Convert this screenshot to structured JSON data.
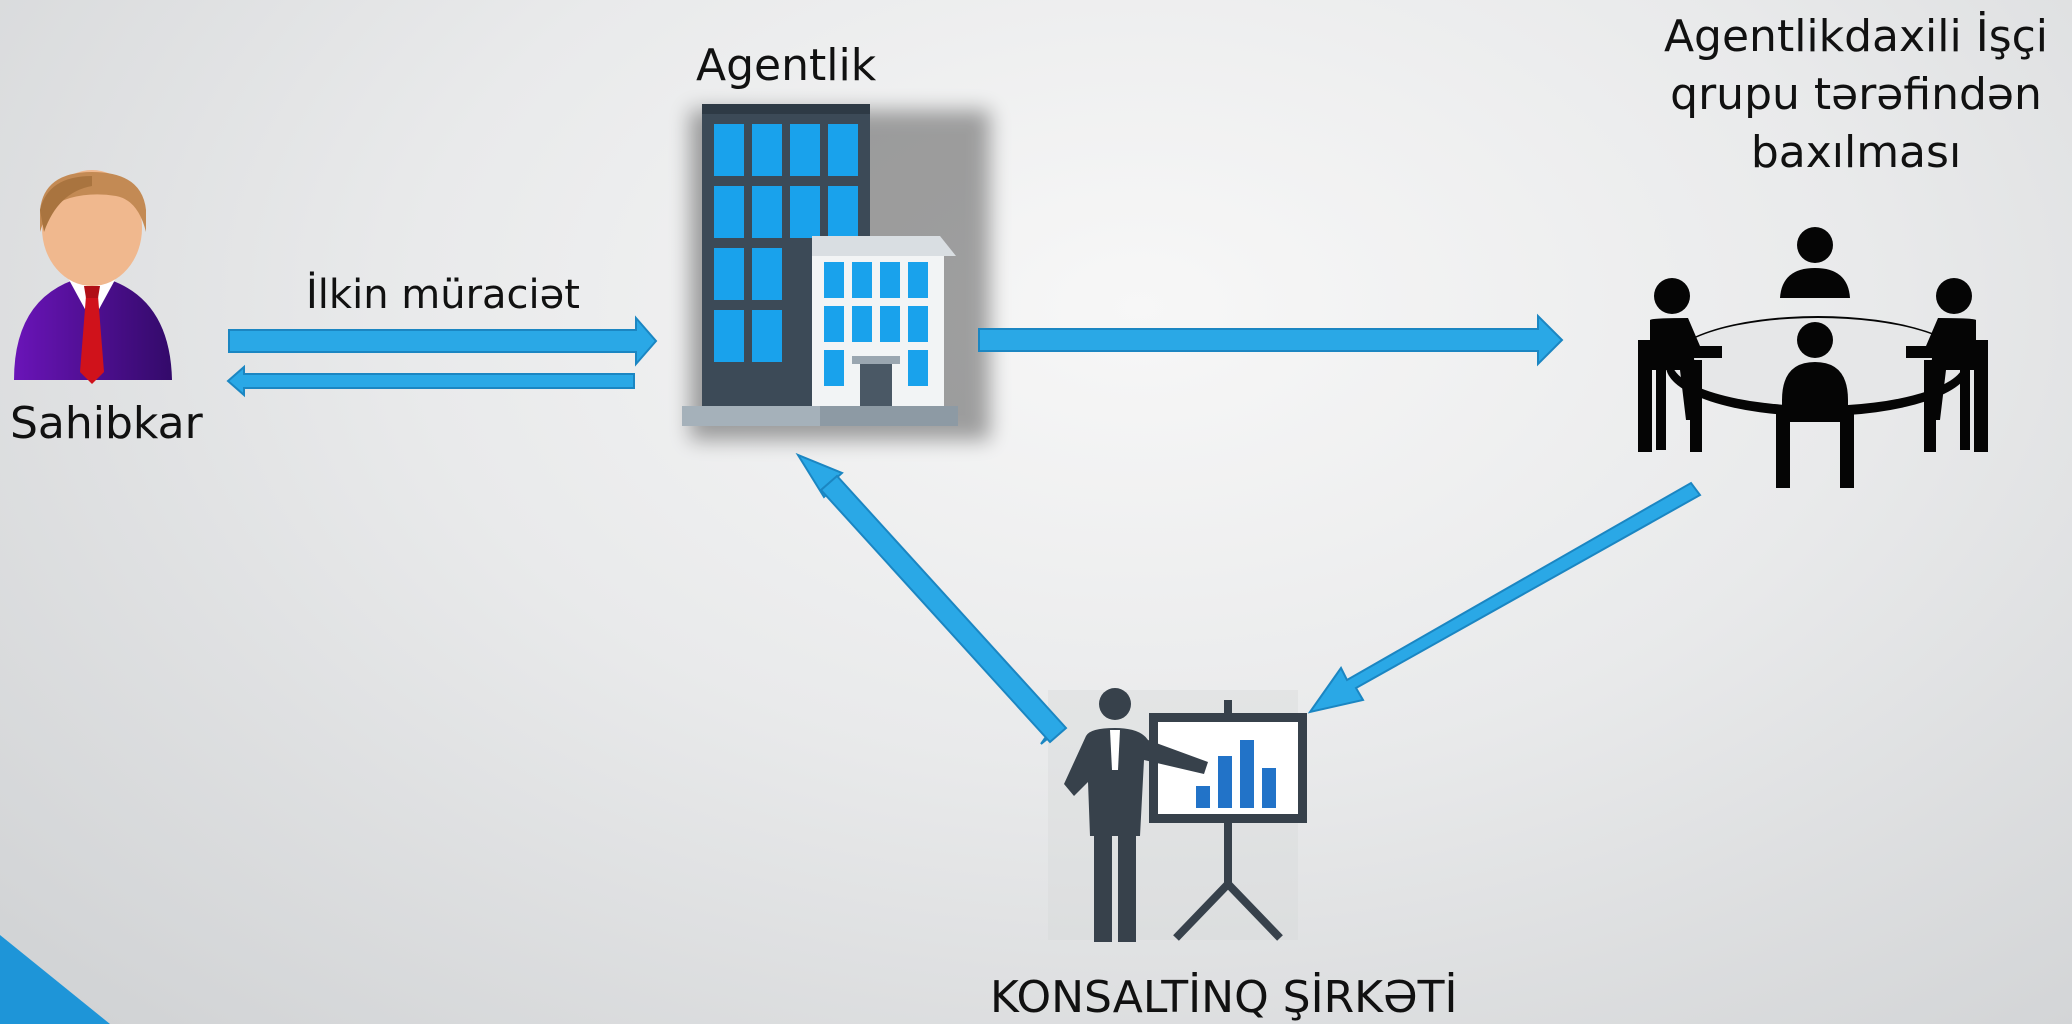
{
  "nodes": {
    "entrepreneur": {
      "label": "Sahibkar",
      "icon": "businessman-icon"
    },
    "agency": {
      "label": "Agentlik",
      "icon": "office-building-icon"
    },
    "working_group": {
      "label": "Agentlikdaxili İşçi qrupu tərəfindən baxılması",
      "icon": "meeting-table-icon"
    },
    "consulting": {
      "label": "KONSALTİNQ ŞİRKƏTİ",
      "icon": "presentation-icon"
    }
  },
  "edges": [
    {
      "from": "entrepreneur",
      "to": "agency",
      "label": "İlkin müraciət"
    },
    {
      "from": "agency",
      "to": "entrepreneur",
      "label": ""
    },
    {
      "from": "agency",
      "to": "working_group",
      "label": ""
    },
    {
      "from": "working_group",
      "to": "consulting",
      "label": ""
    },
    {
      "from": "consulting",
      "to": "agency",
      "label": ""
    }
  ],
  "colors": {
    "arrow_fill": "#2aa8e6",
    "arrow_stroke": "#1b86c2",
    "window_blue": "#1ea3ea",
    "dark_slate": "#37414b"
  }
}
